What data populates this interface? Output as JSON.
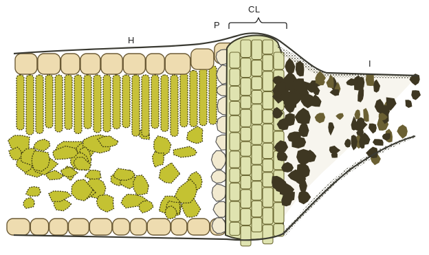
{
  "labels": {
    "h": "H",
    "p": "P",
    "cl": "CL",
    "i": "I"
  },
  "colors": {
    "background": "#ffffff",
    "epidermis_cell": "#eedcb0",
    "epidermis_outline": "#6b5a35",
    "palisade_cell": "#c7c13a",
    "spongy_cell": "#c4c232",
    "mesophyll_dot": "#3d3a12",
    "periderm_cell": "#f2ead0",
    "callus_cell": "#dfe3b0",
    "callus_line": "#6d6a35",
    "necrotic_dark": "#3e3722",
    "necrotic_mid": "#6b6033",
    "cuticle_line": "#3a3a32"
  }
}
